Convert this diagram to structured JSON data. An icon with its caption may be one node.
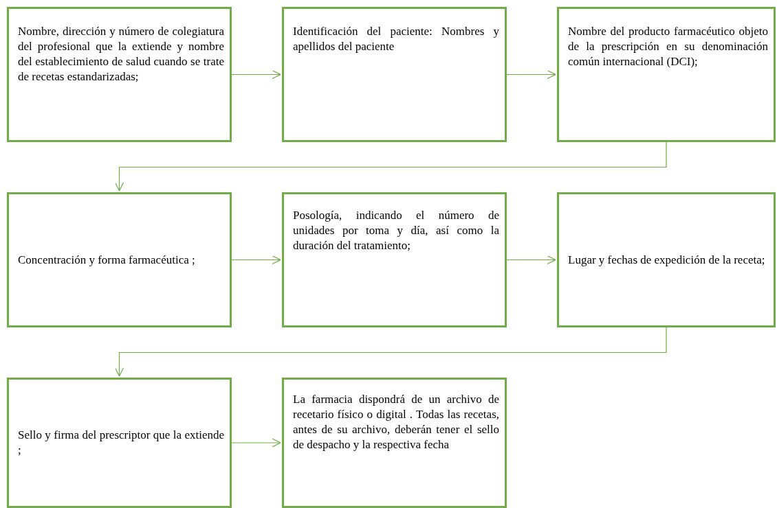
{
  "diagram": {
    "nodes": [
      {
        "text": [
          "Nombre, dirección y número de colegiatura del profesional que la extiende y nombre del establecimiento de salud cuando se trate de recetas estandarizadas;"
        ]
      },
      {
        "text": [
          "Identificación del paciente: Nombres y apellidos del paciente"
        ]
      },
      {
        "text": [
          "Nombre del producto farmacéutico objeto de la prescripción en su denominación común internacional (DCI);"
        ]
      },
      {
        "text": [
          "Concentración y forma farmacéutica ;"
        ]
      },
      {
        "text": [
          "Posología, indicando el número de unidades por toma y día, así como la duración del tratamiento;"
        ]
      },
      {
        "text": [
          "Lugar y fechas de expedición de la receta;"
        ]
      },
      {
        "text": [
          "Sello y firma del prescriptor que la extiende ;"
        ]
      },
      {
        "text": [
          "La farmacia dispondrá de un archivo de recetario físico o digital . Todas las recetas, antes de su archivo, deberán tener el sello de despacho y la respectiva fecha"
        ]
      }
    ],
    "edges": [
      {
        "from": 0,
        "to": 1,
        "arrow": "to"
      },
      {
        "from": 1,
        "to": 2,
        "arrow": "to"
      },
      {
        "from": 2,
        "to": 3,
        "arrow": "to"
      },
      {
        "from": 3,
        "to": 4,
        "arrow": "to"
      },
      {
        "from": 4,
        "to": 5,
        "arrow": "to"
      },
      {
        "from": 5,
        "to": 6,
        "arrow": "to"
      },
      {
        "from": 6,
        "to": 7,
        "arrow": "to"
      }
    ]
  }
}
